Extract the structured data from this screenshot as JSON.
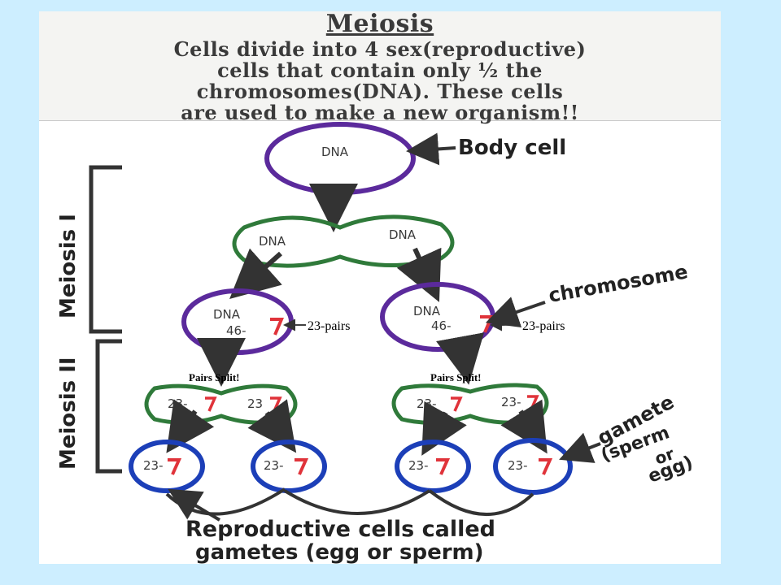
{
  "title": "Meiosis",
  "subtitle_lines": [
    "Cells divide into 4 sex(reproductive)",
    "cells that contain only ½ the",
    "chromosomes(DNA).  These cells",
    "are used to make a new organism!!"
  ],
  "labels": {
    "body_cell": "Body cell",
    "chromosome": "chromosome",
    "gamete": "gamete",
    "gamete_sub1": "(sperm",
    "gamete_sub2": "or",
    "gamete_sub3": "egg)",
    "meiosis_1": "Meiosis I",
    "meiosis_2": "Meiosis II",
    "bottom_line1": "Reproductive cells called",
    "bottom_line2": "gametes (egg or sperm)"
  },
  "cells": {
    "body": "DNA",
    "pair_left": "DNA",
    "pair_right": "DNA",
    "mid_left_top": "DNA",
    "mid_left_count": "46-",
    "mid_right_top": "DNA",
    "mid_right_count": "46-",
    "split_ll": "23-",
    "split_lr": "23",
    "split_rl": "23-",
    "split_rr": "23-",
    "gamete_1": "23-",
    "gamete_2": "23-",
    "gamete_3": "23-",
    "gamete_4": "23-"
  },
  "annotations": {
    "pairs_left": "23-pairs",
    "pairs_right": "23-pairs",
    "split_left": "Pairs Split!",
    "split_right": "Pairs Split!"
  },
  "colors": {
    "background": "#cdeeff",
    "purple": "#5b2a9c",
    "green": "#2f7a3a",
    "blue": "#1c3fb8",
    "red": "#e0333a",
    "ink": "#333333"
  }
}
